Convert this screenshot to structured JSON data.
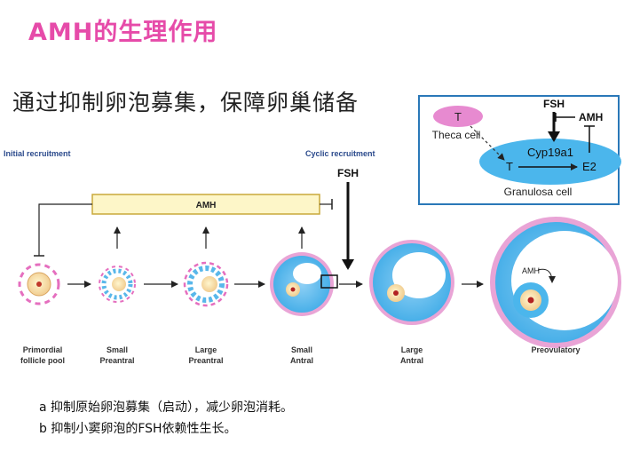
{
  "title": "AMH的生理作用",
  "subtitle": "通过抑制卵泡募集，保障卵巢储备",
  "diagram": {
    "initial_recruitment": "Initial recruitment",
    "cyclic_recruitment": "Cyclic recruitment",
    "amh_bar": "AMH",
    "fsh_main": "FSH",
    "follicles": [
      {
        "line1": "Primordial",
        "line2": "follicle pool"
      },
      {
        "line1": "Small",
        "line2": "Preantral"
      },
      {
        "line1": "Large",
        "line2": "Preantral"
      },
      {
        "line1": "Small",
        "line2": "Antral"
      },
      {
        "line1": "Large",
        "line2": "Antral"
      },
      {
        "line1": "Preovulatory",
        "line2": ""
      }
    ],
    "amh_in_follicle": "AMH",
    "inset": {
      "t_theca": "T",
      "theca_cell": "Theca cell",
      "fsh": "FSH",
      "amh": "AMH",
      "t": "T",
      "enzyme": "Cyp19a1",
      "e2": "E2",
      "granulosa_cell": "Granulosa cell"
    }
  },
  "notes": [
    "a 抑制原始卵泡募集（启动），减少卵泡消耗。",
    "b 抑制小窦卵泡的FSH依赖性生长。"
  ],
  "colors": {
    "title": "#e64ba9",
    "pink_rim": "#e56fbf",
    "antrum_blue": "#2b9be0",
    "amh_bar_fill": "#fdf6c8",
    "amh_bar_stroke": "#c9a93a",
    "inset_border": "#2a78b8",
    "label_blue": "#2b4a8c"
  }
}
